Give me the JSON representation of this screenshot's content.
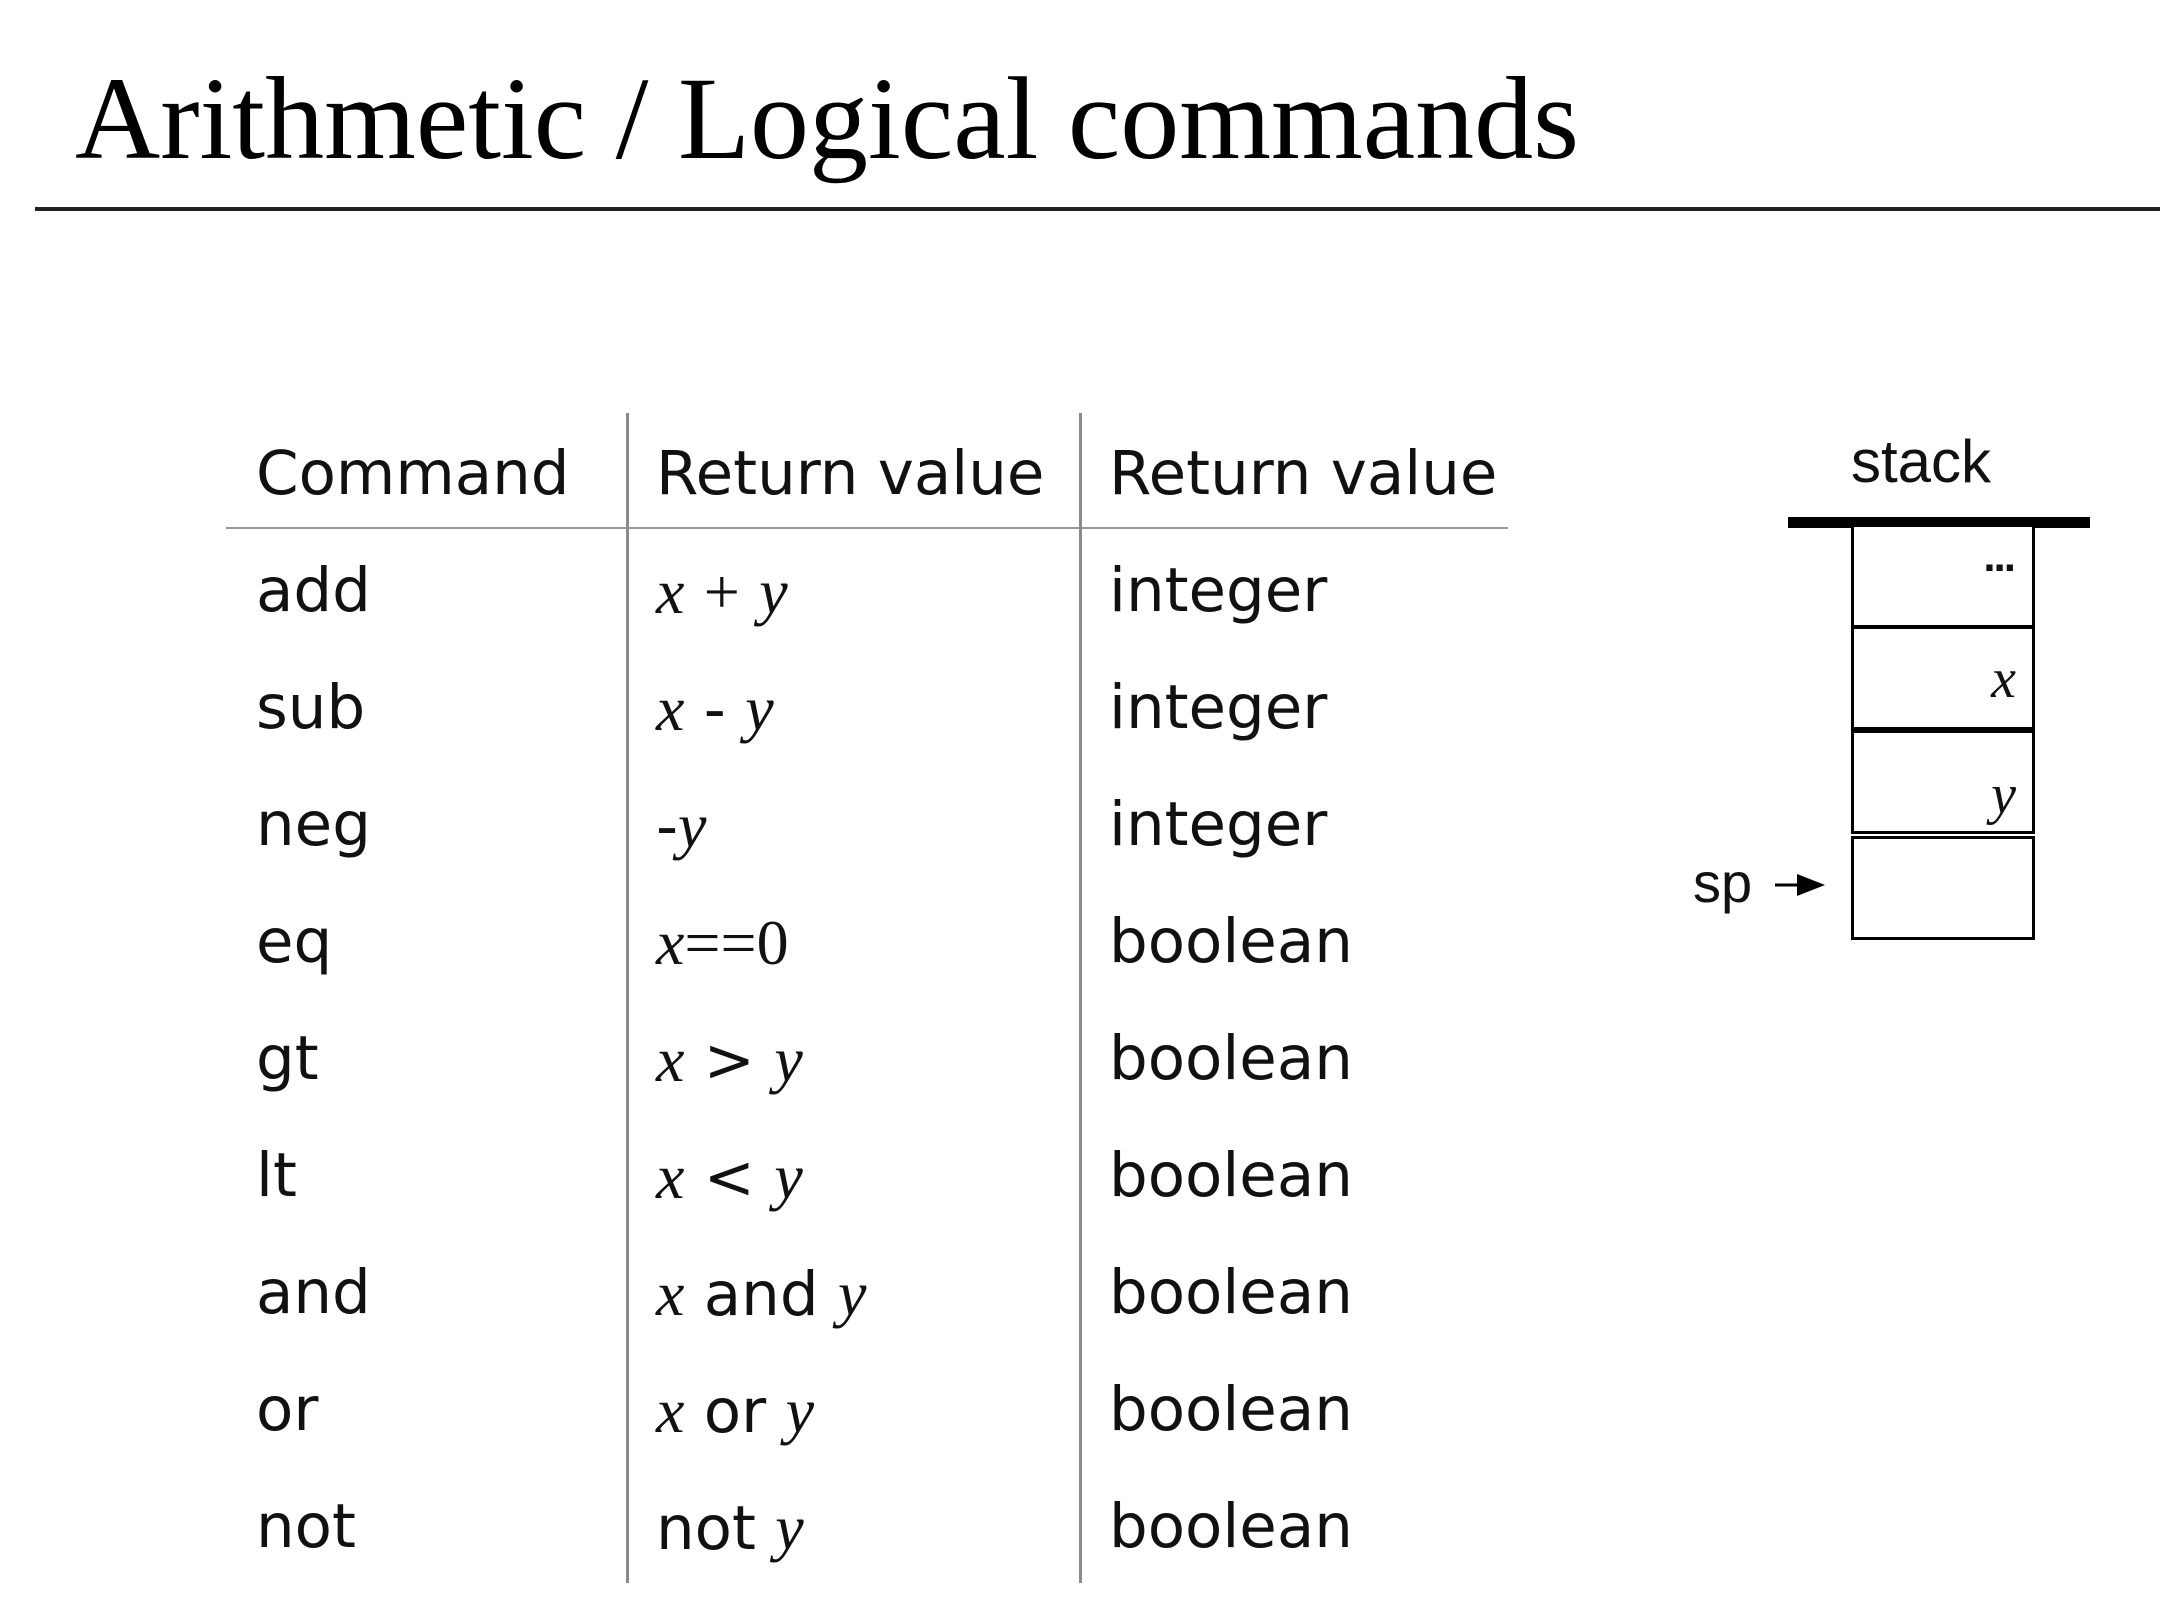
{
  "slide": {
    "title": "Arithmetic / Logical commands"
  },
  "table": {
    "headers": [
      "Command",
      "Return value",
      "Return value"
    ],
    "rows": [
      {
        "command": "add",
        "expr": {
          "a": "x",
          "op": "+",
          "b": "y"
        },
        "type": "integer"
      },
      {
        "command": "sub",
        "expr": {
          "a": "x",
          "op": "-",
          "b": "y"
        },
        "type": "integer"
      },
      {
        "command": "neg",
        "expr": {
          "a": "",
          "op": "-",
          "b": "y"
        },
        "type": "integer"
      },
      {
        "command": "eq",
        "expr": {
          "a": "x",
          "op": "==0",
          "b": ""
        },
        "type": "boolean"
      },
      {
        "command": "gt",
        "expr": {
          "a": "x",
          "op": ">",
          "b": "y"
        },
        "type": "boolean"
      },
      {
        "command": "lt",
        "expr": {
          "a": "x",
          "op": "<",
          "b": "y"
        },
        "type": "boolean"
      },
      {
        "command": "and",
        "expr": {
          "a": "x",
          "op": "and",
          "b": "y"
        },
        "type": "boolean"
      },
      {
        "command": "or",
        "expr": {
          "a": "x",
          "op": "or",
          "b": "y"
        },
        "type": "boolean"
      },
      {
        "command": "not",
        "expr": {
          "a": "",
          "op": "not",
          "b": "y"
        },
        "type": "boolean"
      }
    ]
  },
  "stack": {
    "label": "stack",
    "cells": [
      "...",
      "x",
      "y",
      ""
    ],
    "pointer_label": "sp"
  }
}
